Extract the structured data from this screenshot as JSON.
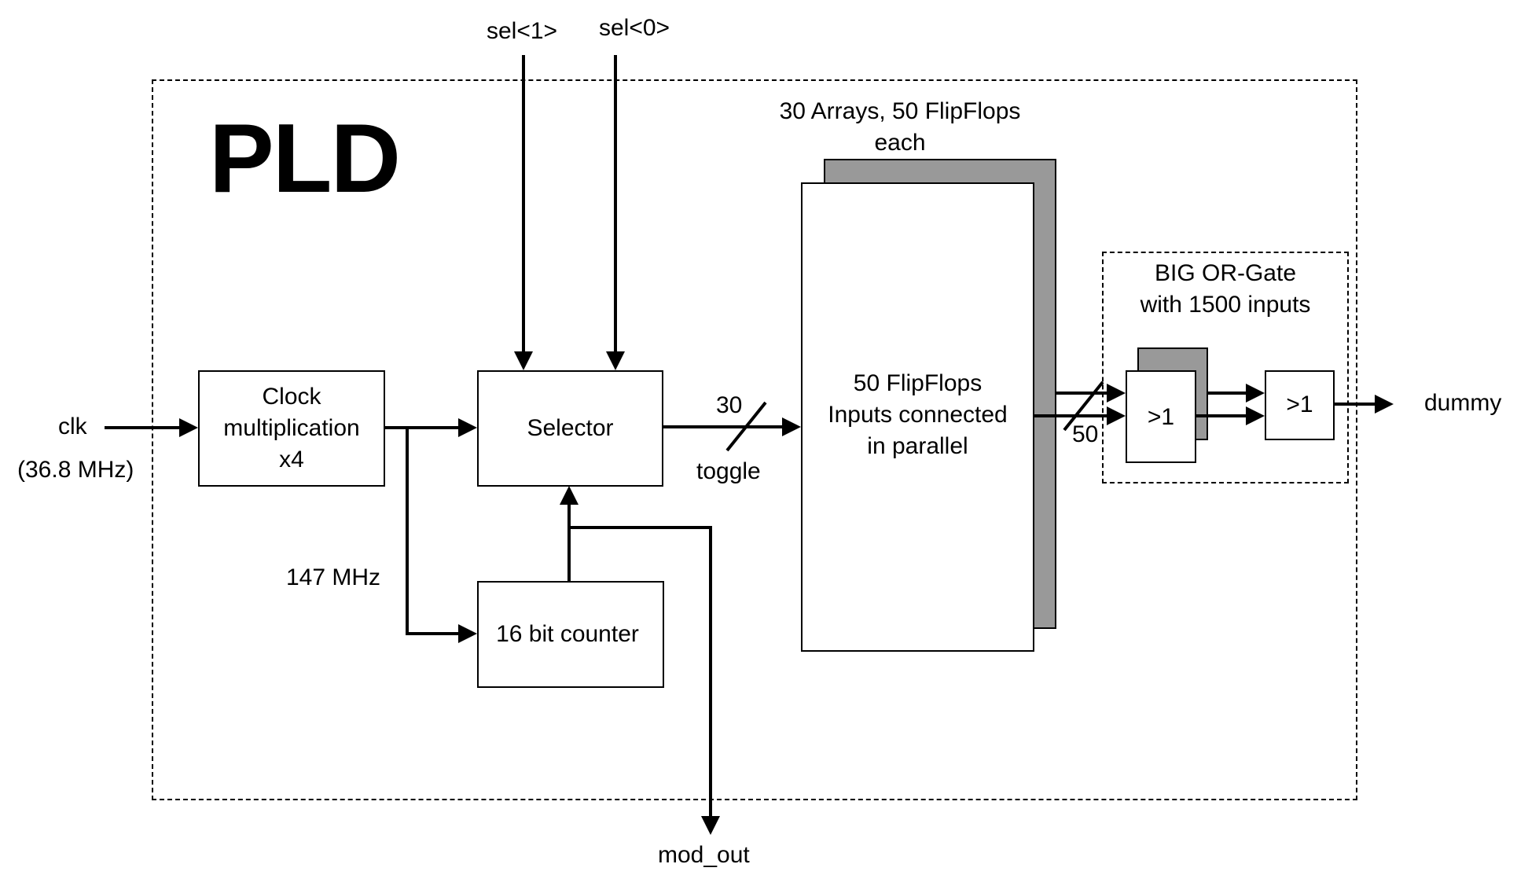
{
  "diagram": {
    "title": "PLD",
    "inputs": {
      "clk_label": "clk",
      "clk_freq": "(36.8 MHz)",
      "sel1": "sel<1>",
      "sel0": "sel<0>"
    },
    "blocks": {
      "clock_mult": [
        "Clock",
        "multiplication",
        "x4"
      ],
      "selector": "Selector",
      "counter": "16 bit counter",
      "flipflop_array_caption": [
        "30 Arrays, 50 FlipFlops",
        "each"
      ],
      "flipflop_array": [
        "50 FlipFlops",
        "Inputs connected",
        "in parallel"
      ],
      "or_gate_caption": [
        "BIG OR-Gate",
        "with 1500 inputs"
      ],
      "or_gate_1": ">1",
      "or_gate_2": ">1"
    },
    "signals": {
      "clock_out_freq": "147 MHz",
      "bus_width_toggle": "30",
      "toggle_label": "toggle",
      "bus_width_ff": "50",
      "mod_out": "mod_out",
      "dummy": "dummy"
    },
    "colors": {
      "line": "#000000",
      "shadow": "#999999",
      "background": "#ffffff"
    }
  }
}
